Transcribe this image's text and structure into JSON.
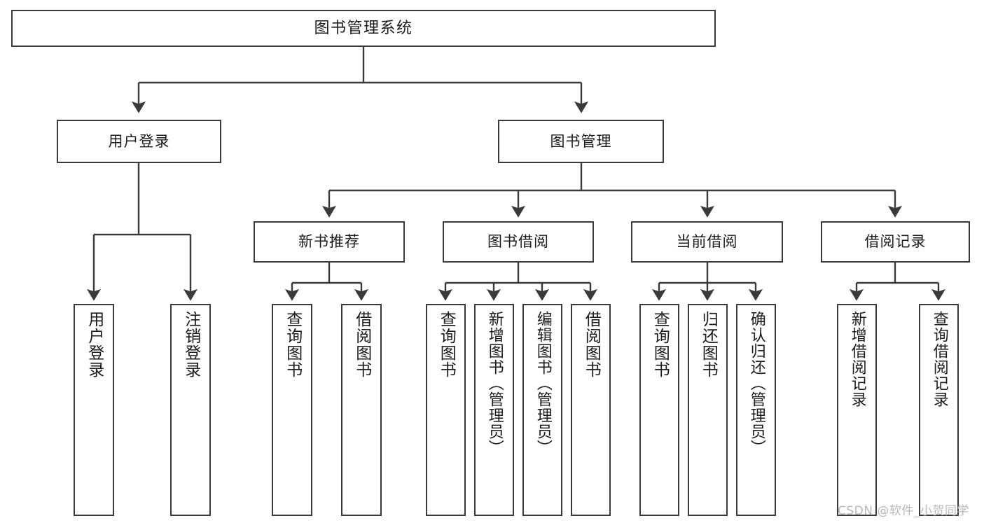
{
  "diagram": {
    "title": "图书管理系统",
    "type": "tree",
    "watermark": "CSDN @软件_小贺同学",
    "colors": {
      "background": "#ffffff",
      "node_fill": "#ffffff",
      "node_border": "#3a3a3a",
      "edge": "#3a3a3a",
      "text": "#1b1b1b",
      "watermark": "#b9b9b9"
    },
    "nodes": {
      "root": {
        "label": "图书管理系统"
      },
      "level2": [
        {
          "id": "user-login",
          "label": "用户登录"
        },
        {
          "id": "book-management",
          "label": "图书管理"
        }
      ],
      "level3": [
        {
          "id": "new-book-recommend",
          "label": "新书推荐"
        },
        {
          "id": "book-borrow",
          "label": "图书借阅"
        },
        {
          "id": "current-borrow",
          "label": "当前借阅"
        },
        {
          "id": "borrow-record",
          "label": "借阅记录"
        }
      ],
      "leaves": {
        "user-login": [
          {
            "id": "leaf-user-login",
            "label": "用户登录"
          },
          {
            "id": "leaf-logout-login",
            "label": "注销登录"
          }
        ],
        "new-book-recommend": [
          {
            "id": "leaf-query-book-1",
            "label": "查询图书"
          },
          {
            "id": "leaf-borrow-book-1",
            "label": "借阅图书"
          }
        ],
        "book-borrow": [
          {
            "id": "leaf-query-book-2",
            "label": "查询图书"
          },
          {
            "id": "leaf-add-book",
            "label": "新增图书（管理员）"
          },
          {
            "id": "leaf-edit-book",
            "label": "编辑图书（管理员）"
          },
          {
            "id": "leaf-borrow-book-2",
            "label": "借阅图书"
          }
        ],
        "current-borrow": [
          {
            "id": "leaf-query-book-3",
            "label": "查询图书"
          },
          {
            "id": "leaf-return-book",
            "label": "归还图书"
          },
          {
            "id": "leaf-confirm-return",
            "label": "确认归还（管理员）"
          }
        ],
        "borrow-record": [
          {
            "id": "leaf-add-record",
            "label": "新增借阅记录"
          },
          {
            "id": "leaf-query-record",
            "label": "查询借阅记录"
          }
        ]
      }
    }
  }
}
